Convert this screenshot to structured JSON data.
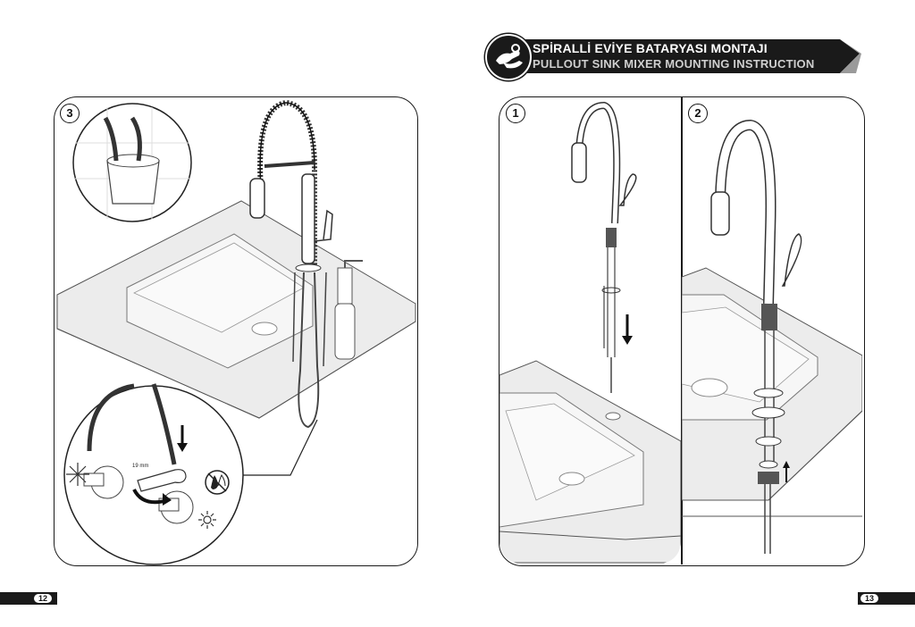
{
  "header": {
    "title_tr": "SPİRALLİ EVİYE BATARYASI MONTAJI",
    "title_en": "PULLOUT SINK MIXER MOUNTING INSTRUCTION",
    "logo_icon": "hands-wrench-icon"
  },
  "steps": {
    "step1": "1",
    "step2": "2",
    "step3": "3"
  },
  "labels": {
    "wrench_size": "19 mm"
  },
  "pages": {
    "left": "12",
    "right": "13"
  },
  "colors": {
    "header_bg": "#1a1a1a",
    "counter": "#ececec",
    "line": "#1a1a1a"
  }
}
